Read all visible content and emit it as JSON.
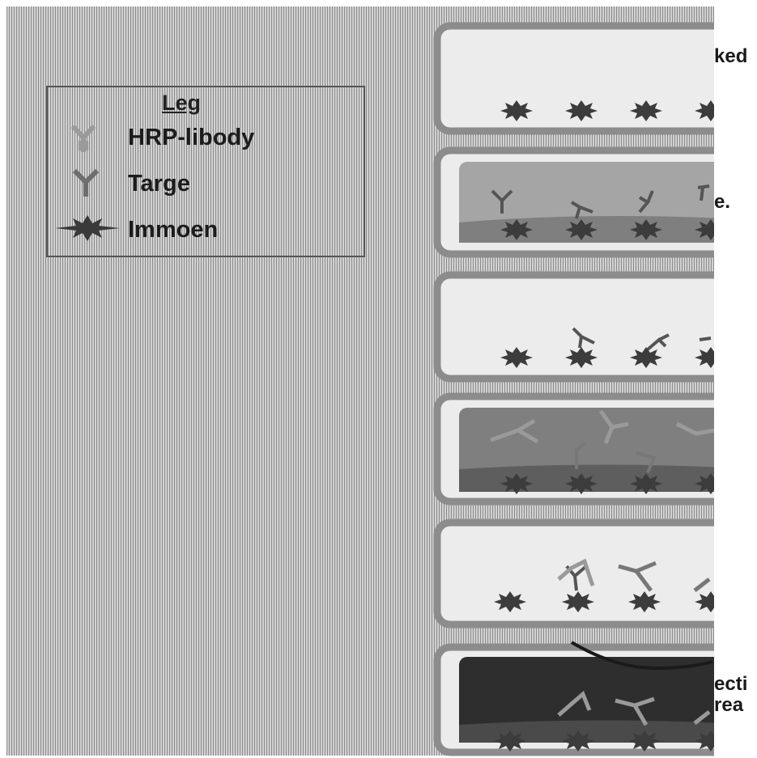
{
  "legend": {
    "title": "Leg",
    "items": [
      {
        "label": "HRP-libody",
        "icon": "hrp-antibody-icon",
        "color": "#9a9a9a"
      },
      {
        "label": "Targe",
        "icon": "target-antibody-icon",
        "color": "#6e6e6e"
      },
      {
        "label": "Immoen",
        "icon": "immobilized-antigen-icon",
        "color": "#3a3a3a"
      }
    ]
  },
  "fragments": {
    "step1": "ked",
    "step2": "e.",
    "step6_line1": "ecti",
    "step6_line2": "rea"
  },
  "colors": {
    "well_border": "#8c8c8c",
    "liquid_light": "#a5a5a5",
    "liquid_mid": "#7f7f7f",
    "liquid_dark": "#2e2e2e",
    "antigen": "#3c3c3c"
  }
}
